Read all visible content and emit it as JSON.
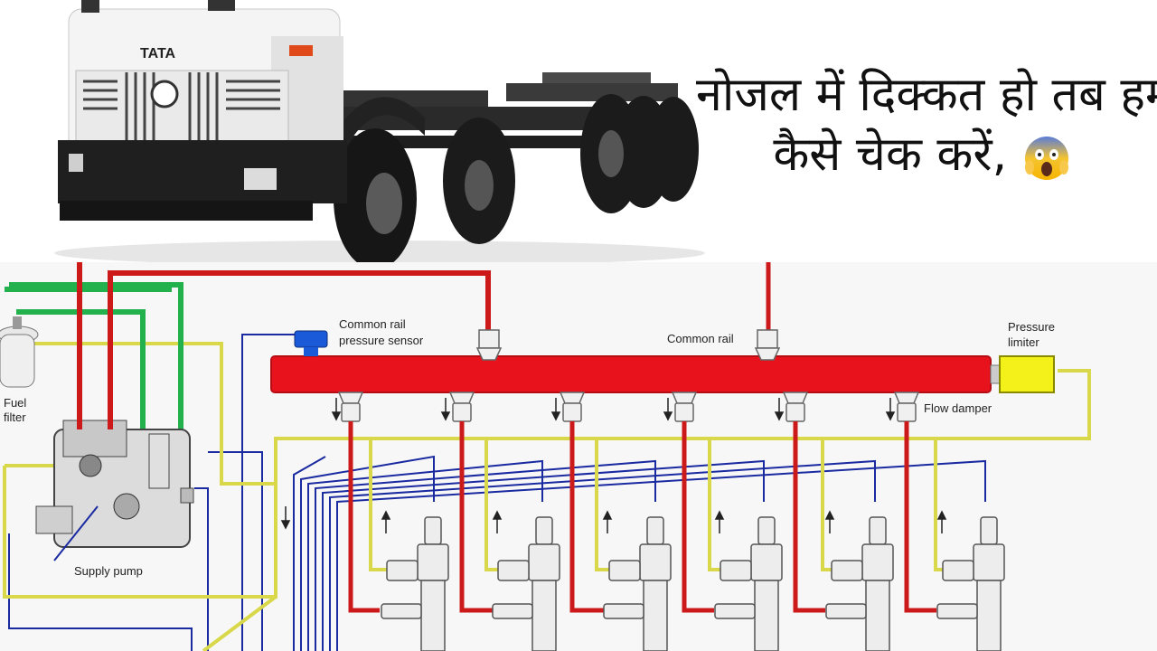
{
  "headline": {
    "line1": "नोजल में दिक्कत हो तब हम",
    "line2": "कैसे चेक करें,",
    "emoji": "scream-face-emoji"
  },
  "truck": {
    "brand": "TATA"
  },
  "diagram": {
    "labels": {
      "common_rail_sensor_1": "Common rail",
      "common_rail_sensor_2": "pressure sensor",
      "common_rail": "Common rail",
      "pressure_limiter_1": "Pressure",
      "pressure_limiter_2": "limiter",
      "fuel_filter_1": "Fuel",
      "fuel_filter_2": "filter",
      "flow_damper": "Flow damper",
      "supply_pump": "Supply pump"
    },
    "colors": {
      "rail": "#e8121c",
      "high_pressure_line": "#cc1a1a",
      "return_line": "#d8d84a",
      "feed_line": "#22b14c",
      "signal_line": "#1a2aa0",
      "limiter": "#f4f01a",
      "sensor": "#1a5ad8"
    }
  }
}
